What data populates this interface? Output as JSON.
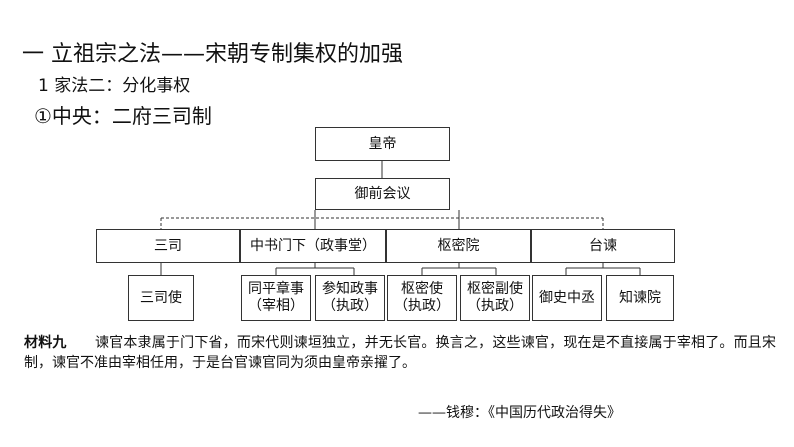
{
  "heading": {
    "title": "一 立祖宗之法——宋朝专制集权的加强",
    "subtitle": "1 家法二：分化事权",
    "subtitle2": "①中央：二府三司制"
  },
  "org_chart": {
    "root": "皇帝",
    "council": "御前会议",
    "branches": {
      "sansi": "三司",
      "zhongshu": "中书门下（政事堂）",
      "shumi": "枢密院",
      "taijian": "台谏"
    },
    "offices": {
      "sansi_shi": "三司使",
      "tongpingzhangshi": "同平章事\n（宰相）",
      "canzhizhengshi": "参知政事\n（执政）",
      "shumishi": "枢密使\n（执政）",
      "shumifushi": "枢密副使\n（执政）",
      "yushizhongcheng": "御史中丞",
      "zhijianyuan": "知谏院"
    }
  },
  "passage": {
    "label": "材料九",
    "text": "谏官本隶属于门下省，而宋代则谏垣独立，并无长官。换言之，这些谏官，现在是不直接属于宰相了。而且宋制，谏官不准由宰相任用，于是台官谏官同为须由皇帝亲擢了。",
    "source": "——钱穆：《中国历代政治得失》"
  },
  "colors": {
    "line": "#333333",
    "text": "#111111",
    "background": "#ffffff"
  }
}
